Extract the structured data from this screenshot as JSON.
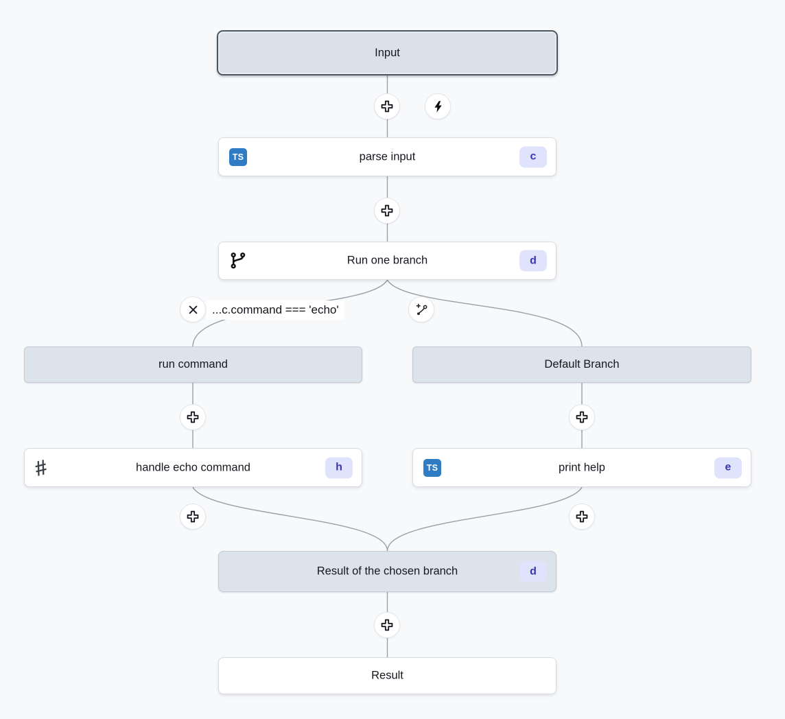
{
  "app": {
    "type": "workflow-editor"
  },
  "nodes": {
    "input": {
      "label": "Input"
    },
    "parse_input": {
      "label": "parse input",
      "badge": "c",
      "icon": "typescript-icon"
    },
    "run_one_branch": {
      "label": "Run one branch",
      "badge": "d",
      "icon": "git-branch-icon"
    },
    "branch_left": {
      "header": "run command",
      "condition": "...c.command === 'echo'"
    },
    "branch_right": {
      "header": "Default Branch"
    },
    "handle_echo_command": {
      "label": "handle echo command",
      "badge": "h",
      "icon": "hash-icon"
    },
    "print_help": {
      "label": "print help",
      "badge": "e",
      "icon": "typescript-icon"
    },
    "branch_result": {
      "label": "Result of the chosen branch",
      "badge": "d"
    },
    "result": {
      "label": "Result"
    }
  },
  "glyphs": {
    "ts": "TS",
    "hash": "#"
  },
  "colors": {
    "background": "#f7f9fb",
    "edge": "#98a0a8",
    "header_fill": "#dce3ea",
    "selected_border": "#4b5663",
    "node_fill": "#ffffff",
    "badge_bg": "#dfe3fb",
    "badge_text": "#3a36ad",
    "typescript_blue": "#2f7bc4"
  }
}
